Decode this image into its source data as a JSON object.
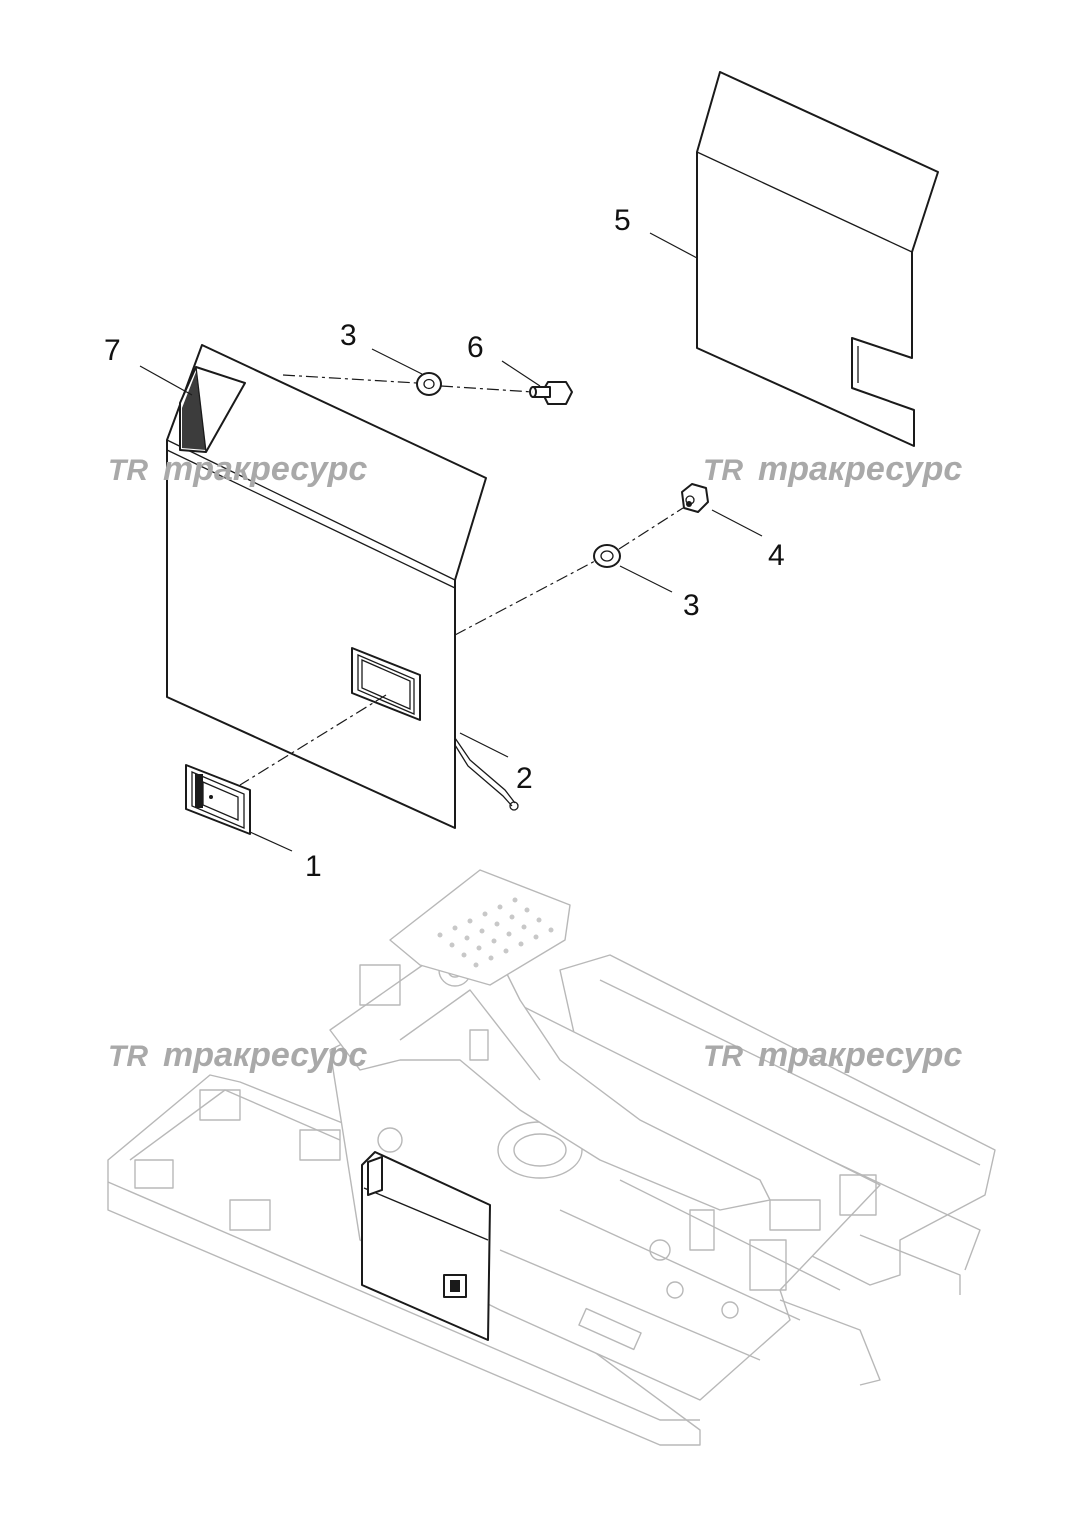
{
  "callouts": [
    {
      "id": "7",
      "label": "7"
    },
    {
      "id": "3a",
      "label": "3"
    },
    {
      "id": "6",
      "label": "6"
    },
    {
      "id": "5",
      "label": "5"
    },
    {
      "id": "4",
      "label": "4"
    },
    {
      "id": "3b",
      "label": "3"
    },
    {
      "id": "2",
      "label": "2"
    },
    {
      "id": "1",
      "label": "1"
    }
  ],
  "watermark": {
    "logo": "TR",
    "text": "тракресурс"
  }
}
